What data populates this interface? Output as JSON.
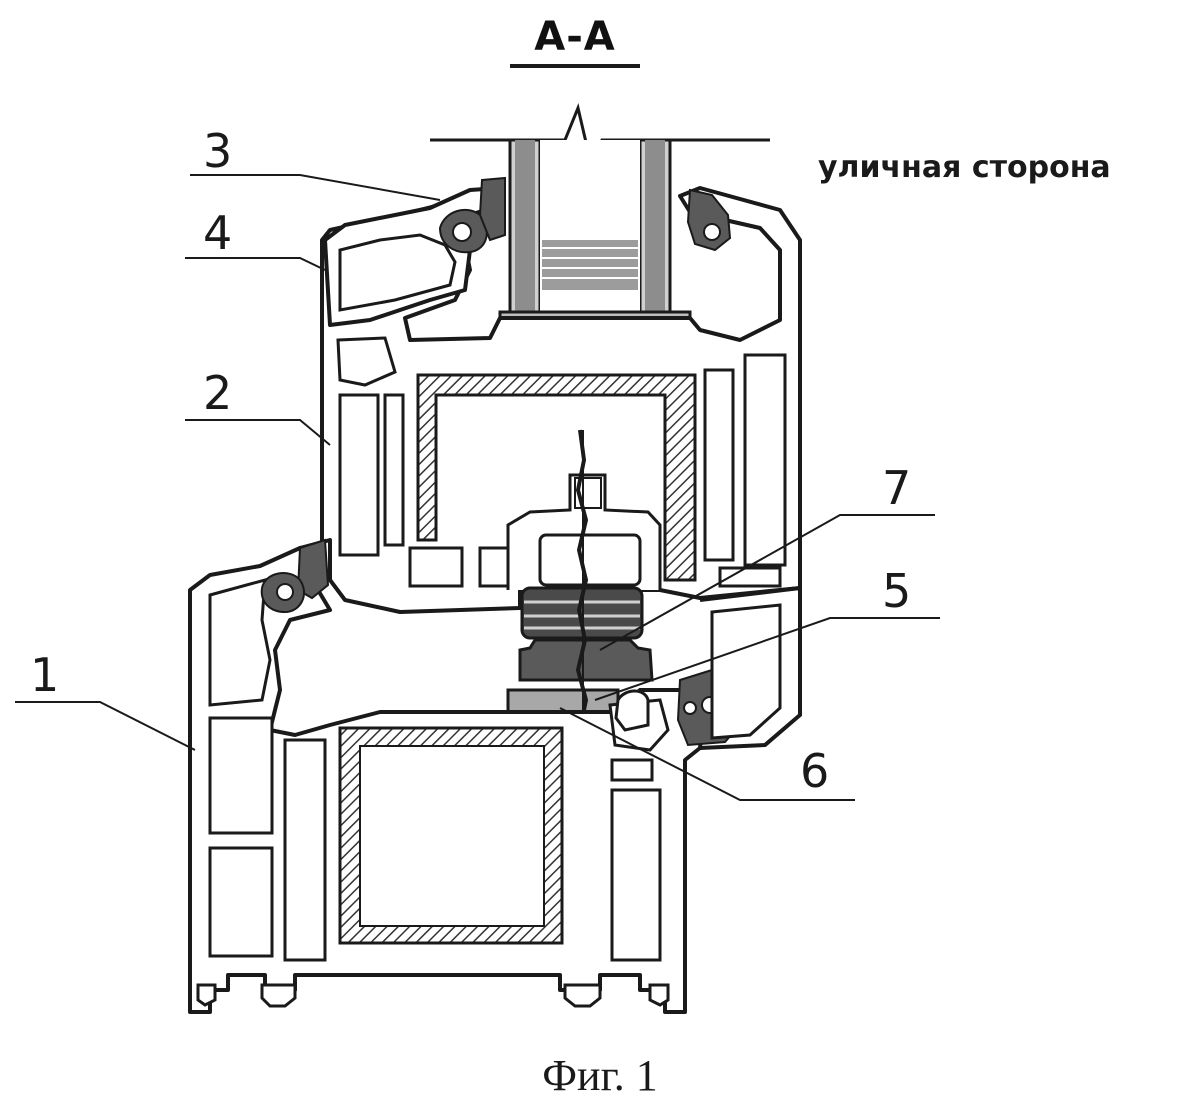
{
  "figure": {
    "section_title": "А-А",
    "side_label": "уличная сторона",
    "caption": "Фиг. 1",
    "callouts": [
      {
        "id": "n1",
        "text": "1"
      },
      {
        "id": "n2",
        "text": "2"
      },
      {
        "id": "n3",
        "text": "3"
      },
      {
        "id": "n4",
        "text": "4"
      },
      {
        "id": "n5",
        "text": "5"
      },
      {
        "id": "n6",
        "text": "6"
      },
      {
        "id": "n7",
        "text": "7"
      }
    ]
  },
  "colors": {
    "line": "#1a1a1a",
    "profile_fill": "#ffffff",
    "gasket": "#5a5a5a",
    "steel_hatch": "#4a4a4a",
    "glass_edge": "#8a8a8a"
  }
}
